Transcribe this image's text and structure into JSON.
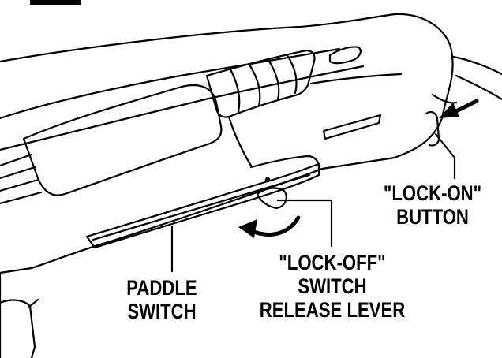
{
  "callouts": {
    "lock_on": {
      "lines": [
        "\"LOCK-ON\"",
        "BUTTON"
      ]
    },
    "lock_off": {
      "lines": [
        "\"LOCK-OFF\"",
        "SWITCH",
        "RELEASE LEVER"
      ]
    },
    "paddle": {
      "lines": [
        "PADDLE",
        "SWITCH"
      ]
    }
  },
  "colors": {
    "line": "#000000",
    "background": "#ffffff"
  }
}
